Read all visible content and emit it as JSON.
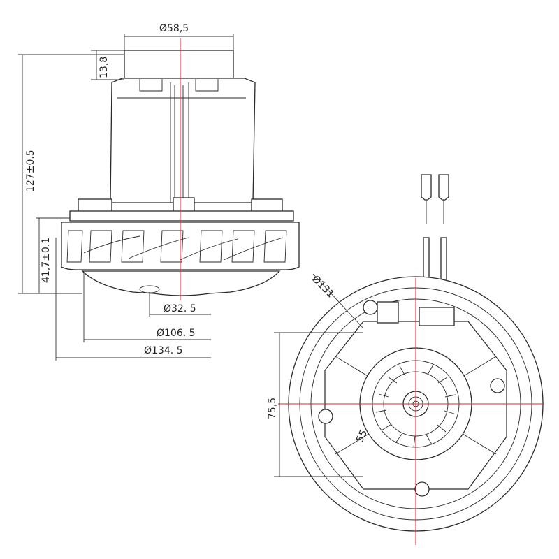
{
  "dimensions": {
    "top_diameter": "Ø58,5",
    "top_height": "13,8",
    "total_height": "127±0.5",
    "fan_height": "41,7±0.1",
    "hub_diameter": "Ø32. 5",
    "base_diameter": "Ø106. 5",
    "fan_diameter": "Ø134. 5",
    "bottom_view_diameter": "Ø131",
    "bottom_view_height": "75,5",
    "inner_radius_label": "55"
  },
  "colors": {
    "line": "#2a2a2a",
    "centerline": "#e0242a"
  }
}
